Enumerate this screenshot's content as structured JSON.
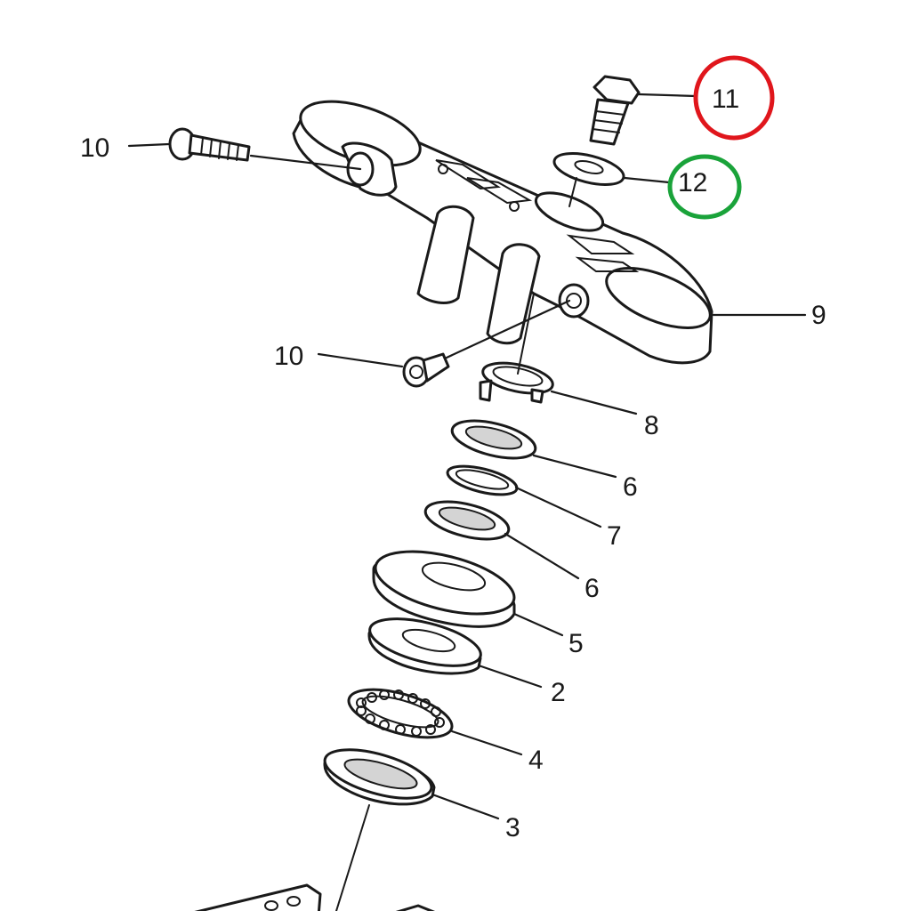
{
  "diagram": {
    "callouts": [
      {
        "id": "bolt-10-upper",
        "label": "10"
      },
      {
        "id": "bolt-11",
        "label": "11",
        "highlight": "#e0161c"
      },
      {
        "id": "washer-12",
        "label": "12",
        "highlight": "#1aa33a"
      },
      {
        "id": "bracket-9",
        "label": "9"
      },
      {
        "id": "bolt-10-lower",
        "label": "10"
      },
      {
        "id": "ring-8",
        "label": "8"
      },
      {
        "id": "nut-6-upper",
        "label": "6"
      },
      {
        "id": "washer-7",
        "label": "7"
      },
      {
        "id": "nut-6-lower",
        "label": "6"
      },
      {
        "id": "cover-5",
        "label": "5"
      },
      {
        "id": "race-2",
        "label": "2"
      },
      {
        "id": "bearing-4",
        "label": "4"
      },
      {
        "id": "race-3",
        "label": "3"
      }
    ]
  }
}
